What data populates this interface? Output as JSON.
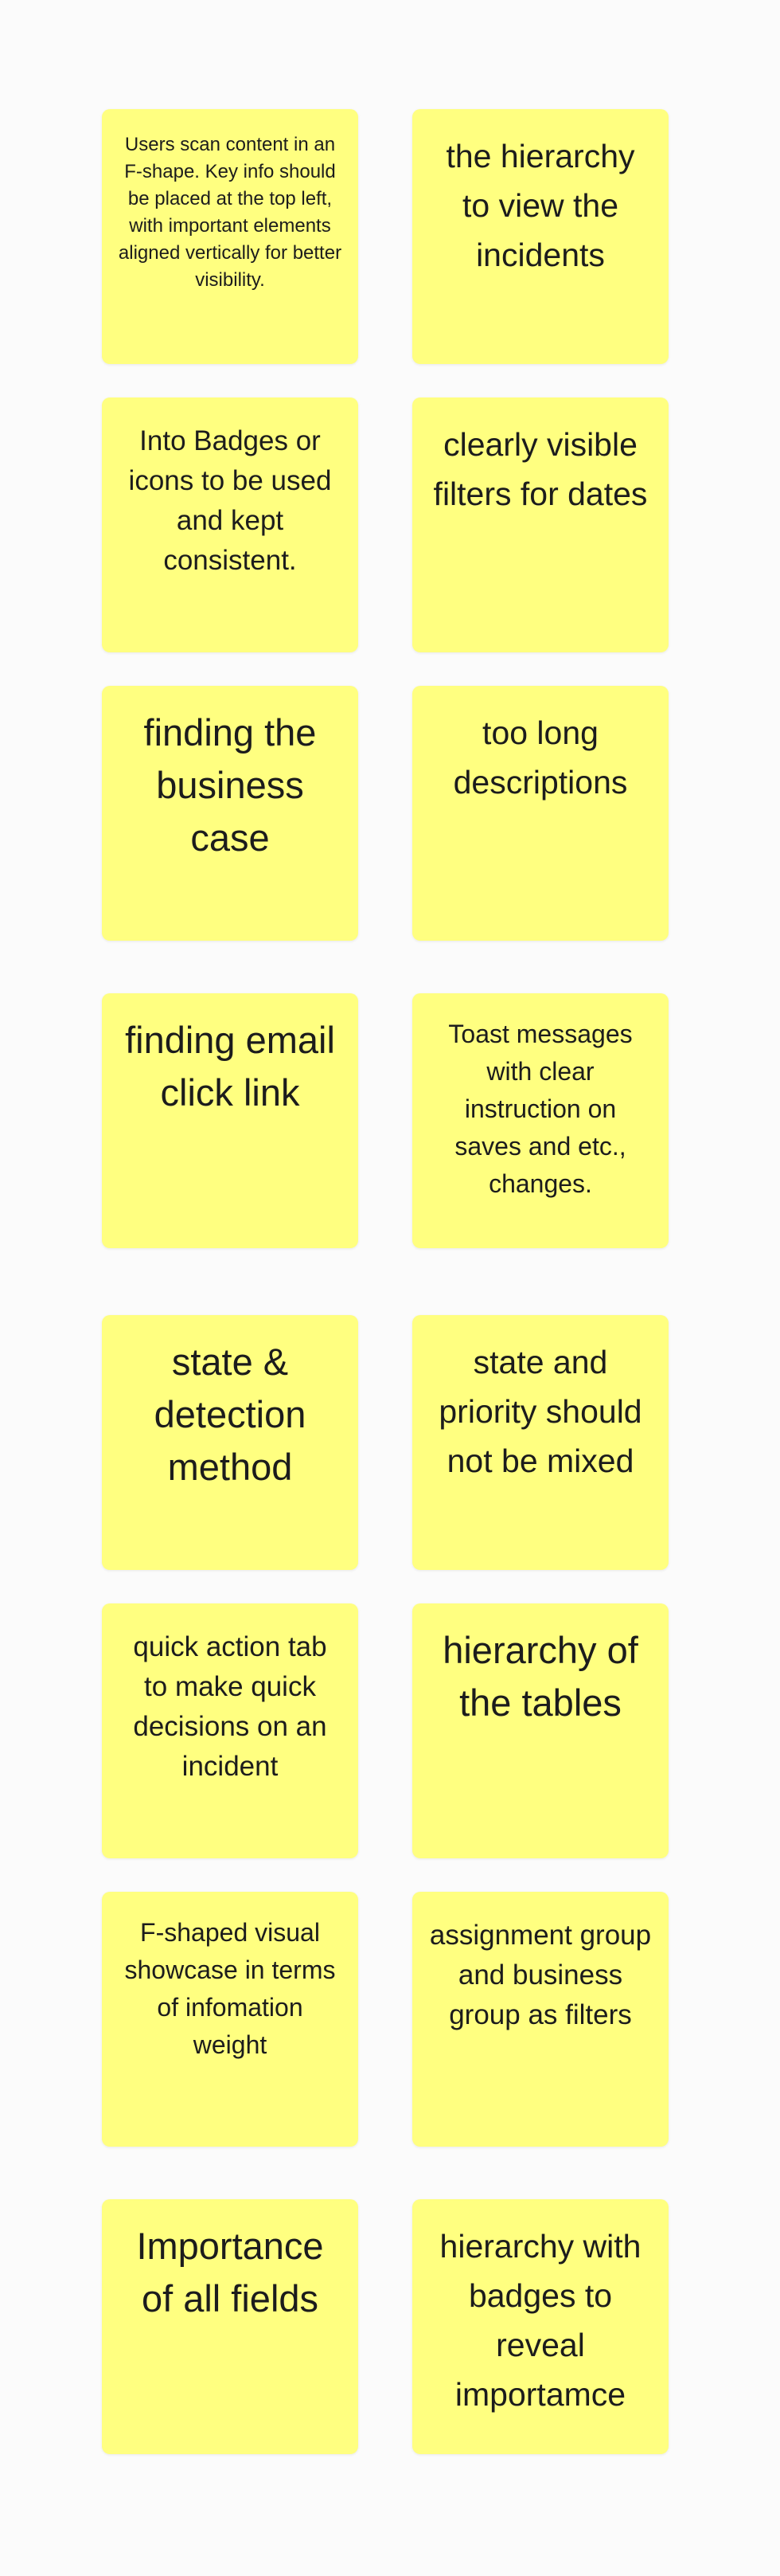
{
  "notes": [
    {
      "text": "Users scan content in an F-shape. Key info should be placed at the top left, with important elements aligned vertically for better visibility."
    },
    {
      "text": "the hierarchy to view the incidents"
    },
    {
      "text": "Into Badges or icons to be used and kept consistent."
    },
    {
      "text": "clearly visible filters for dates"
    },
    {
      "text": "finding the business case"
    },
    {
      "text": "too long descriptions"
    },
    {
      "text": "finding email click link"
    },
    {
      "text": "Toast messages with clear instruction on saves and etc., changes."
    },
    {
      "text": "state & detection method"
    },
    {
      "text": "state and priority should not be mixed"
    },
    {
      "text": "quick action tab to make quick decisions on an incident"
    },
    {
      "text": "hierarchy of the tables"
    },
    {
      "text": "F-shaped visual showcase in terms of infomation weight"
    },
    {
      "text": "assignment group and business group as filters"
    },
    {
      "text": "Importance of all fields"
    },
    {
      "text": "hierarchy with badges to reveal importamce"
    }
  ],
  "colors": {
    "note_fill": "#ffff80",
    "background": "#fbfbfb",
    "text": "#1c1c1c"
  }
}
